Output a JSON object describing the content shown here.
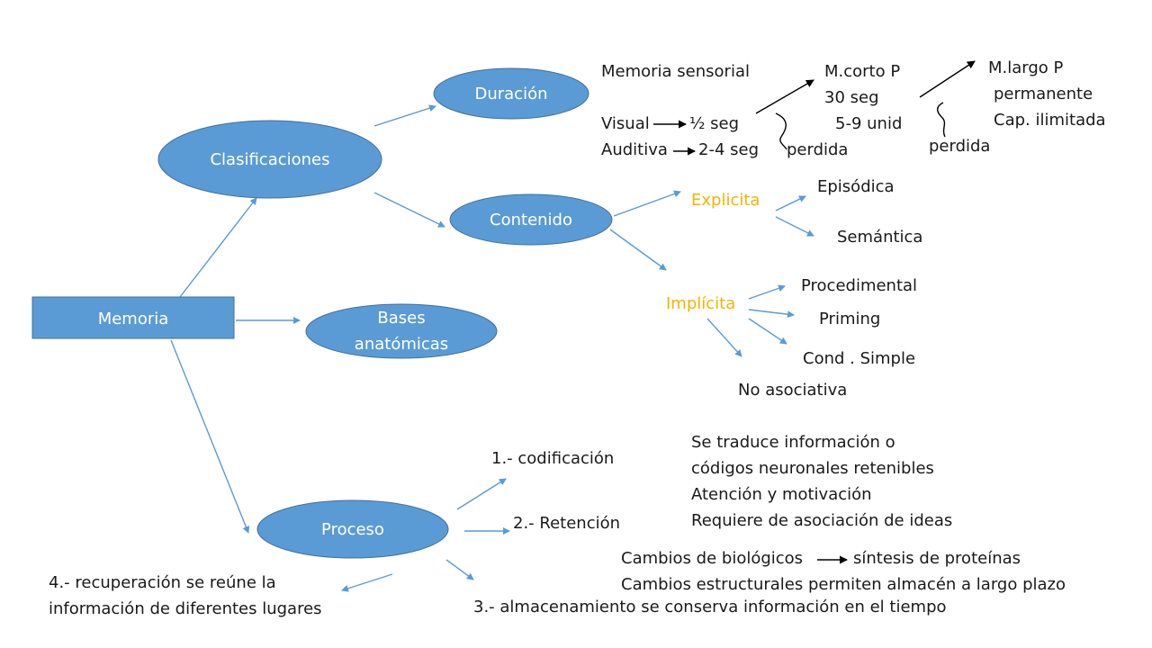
{
  "colors": {
    "node_fill": "#5b9bd5",
    "node_stroke": "#41719c",
    "edge": "#5b9bd5",
    "highlight": "#f5b400"
  },
  "nodes": {
    "memoria": "Memoria",
    "clasificaciones": "Clasificaciones",
    "duracion": "Duración",
    "contenido": "Contenido",
    "bases_line1": "Bases",
    "bases_line2": "anatómicas",
    "proceso": "Proceso"
  },
  "duracion": {
    "memoria_sensorial": "Memoria sensorial",
    "visual": "Visual",
    "visual_time": "½ seg",
    "auditiva": "Auditiva",
    "auditiva_time": "2-4 seg",
    "corto_title": "M.corto P",
    "corto_time": "30 seg",
    "corto_units": "5-9 unid",
    "perdida_1": "perdida",
    "largo_title": "M.largo P",
    "largo_time": "permanente",
    "largo_cap": "Cap. ilimitada",
    "perdida_2": "perdida"
  },
  "contenido": {
    "explicita": "Explicita",
    "episodica": "Episódica",
    "semantica": "Semántica",
    "implicita": "Implícita",
    "procedimental": "Procedimental",
    "priming": "Priming",
    "cond_simple": "Cond . Simple",
    "no_asociativa": "No asociativa"
  },
  "proceso": {
    "codificacion": "1.- codificación",
    "retencion": "2.- Retención",
    "almacenamiento": "3.- almacenamiento se conserva información en el tiempo",
    "recuperacion_line1": "4.- recuperación se reúne la",
    "recuperacion_line2": "información de diferentes lugares",
    "cod_note_1": "Se traduce información o",
    "cod_note_2": "códigos neuronales retenibles",
    "cod_note_3": "Atención y motivación",
    "cod_note_4": "Requiere de asociación de ideas",
    "cambios_bio": "Cambios de biológicos",
    "sintesis": "síntesis de proteínas",
    "cambios_estr": "Cambios estructurales permiten almacén a largo plazo"
  }
}
